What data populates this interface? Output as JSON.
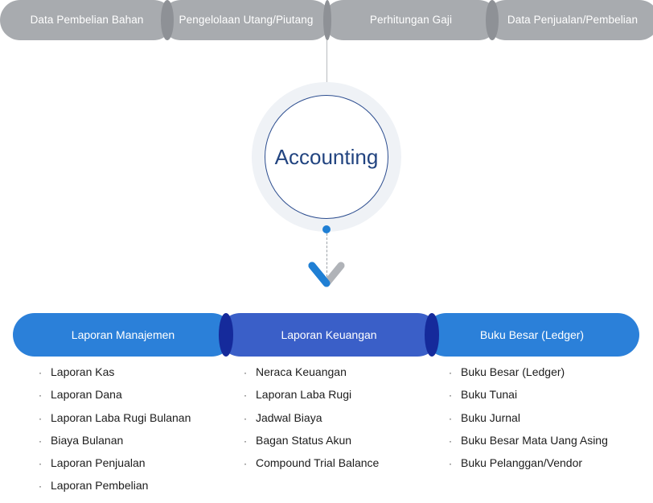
{
  "top_sources": {
    "items": [
      {
        "label": "Data Pembelian Bahan"
      },
      {
        "label": "Pengelolaan Utang/Piutang"
      },
      {
        "label": "Perhitungan Gaji"
      },
      {
        "label": "Data Penjualan/Pembelian"
      }
    ],
    "color": "#a8abaf",
    "overlap_color": "#8e9196",
    "text_color": "#ffffff"
  },
  "hub": {
    "label": "Accounting",
    "ring_color": "#eff2f6",
    "outline_color": "#2c4d8f",
    "text_color": "#224480",
    "dot_color": "#1f7fd4"
  },
  "chevron": {
    "left_stroke_color": "#1f7fd4",
    "right_stroke_color": "#b0b3b8"
  },
  "categories": [
    {
      "label": "Laporan Manajemen",
      "color": "#2b80d9",
      "items": [
        "Laporan Kas",
        "Laporan Dana",
        "Laporan Laba Rugi Bulanan",
        "Biaya Bulanan",
        "Laporan Penjualan",
        "Laporan Pembelian"
      ]
    },
    {
      "label": "Laporan Keuangan",
      "color": "#3a5fc8",
      "items": [
        "Neraca Keuangan",
        "Laporan Laba Rugi",
        "Jadwal Biaya",
        "Bagan Status Akun",
        "Compound Trial Balance"
      ]
    },
    {
      "label": "Buku Besar (Ledger)",
      "color": "#2b80d9",
      "items": [
        "Buku Besar (Ledger)",
        "Buku Tunai",
        "Buku Jurnal",
        "Buku Besar Mata Uang Asing",
        "Buku Pelanggan/Vendor"
      ]
    }
  ],
  "bullet_glyph": "·"
}
